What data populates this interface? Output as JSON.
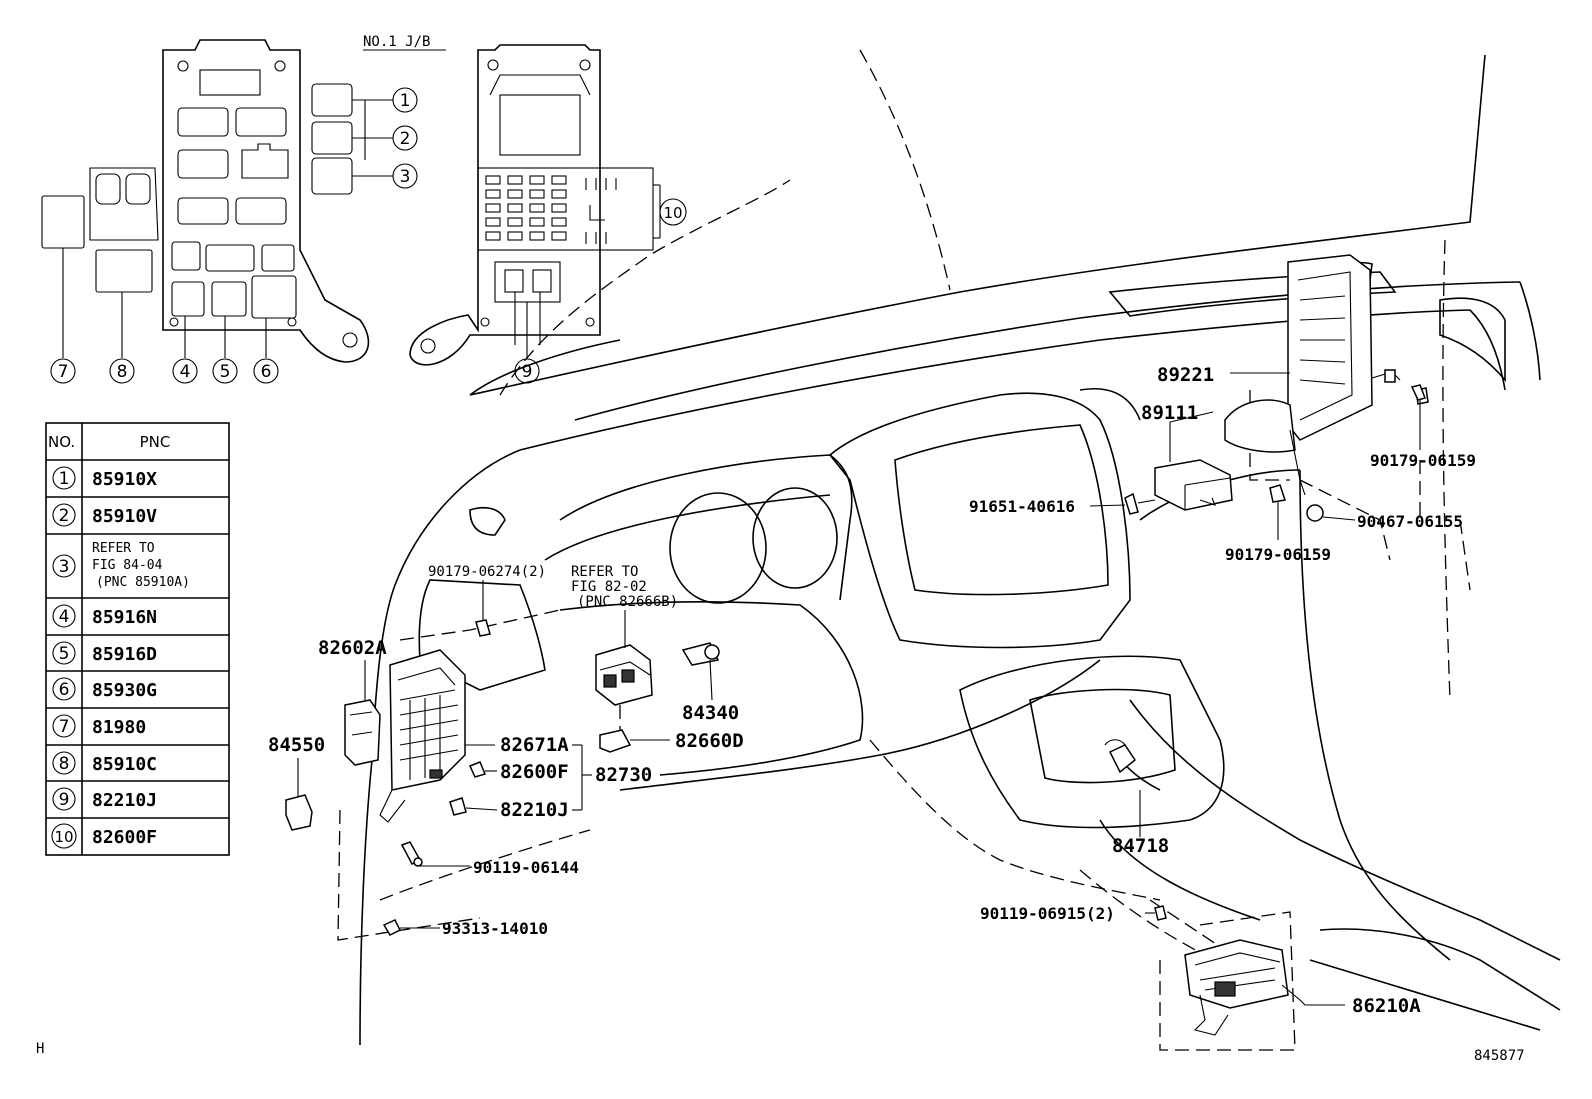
{
  "diagram": {
    "header": "NO.1 J/B",
    "corner_letter": "H",
    "figure_id": "845877",
    "callouts": {
      "c1": "1",
      "c2": "2",
      "c3": "3",
      "c4": "4",
      "c5": "5",
      "c6": "6",
      "c7": "7",
      "c8": "8",
      "c9": "9",
      "c10": "10"
    },
    "part_labels": {
      "p89221": "89221",
      "p89111": "89111",
      "p90179_06159_top": "90179-06159",
      "p91651_40616": "91651-40616",
      "p90467_06155": "90467-06155",
      "p90179_06159_bold": "90179-06159",
      "p90179_06274": "90179-06274(2)",
      "ref_fig_line1": "REFER TO",
      "ref_fig_line2": "FIG 82-02",
      "ref_fig_line3": "(PNC 82666B)",
      "p82602A": "82602A",
      "p84340": "84340",
      "p82660D": "82660D",
      "p84550": "84550",
      "p82671A": "82671A",
      "p82600F": "82600F",
      "p82730": "82730",
      "p82210J": "82210J",
      "p90119_06144": "90119-06144",
      "p93313_14010": "93313-14010",
      "p84718": "84718",
      "p90119_06915": "90119-06915(2)",
      "p86210A": "86210A"
    }
  },
  "pnc_table": {
    "col_no": "NO.",
    "col_pnc": "PNC",
    "rows": [
      {
        "no": "1",
        "pnc": "85910X"
      },
      {
        "no": "2",
        "pnc": "85910V"
      },
      {
        "no": "3",
        "pnc_lines": [
          "REFER TO",
          "FIG 84-04",
          "(PNC 85910A)"
        ]
      },
      {
        "no": "4",
        "pnc": "85916N"
      },
      {
        "no": "5",
        "pnc": "85916D"
      },
      {
        "no": "6",
        "pnc": "85930G"
      },
      {
        "no": "7",
        "pnc": "81980"
      },
      {
        "no": "8",
        "pnc": "85910C"
      },
      {
        "no": "9",
        "pnc": "82210J"
      },
      {
        "no": "10",
        "pnc": "82600F"
      }
    ]
  }
}
